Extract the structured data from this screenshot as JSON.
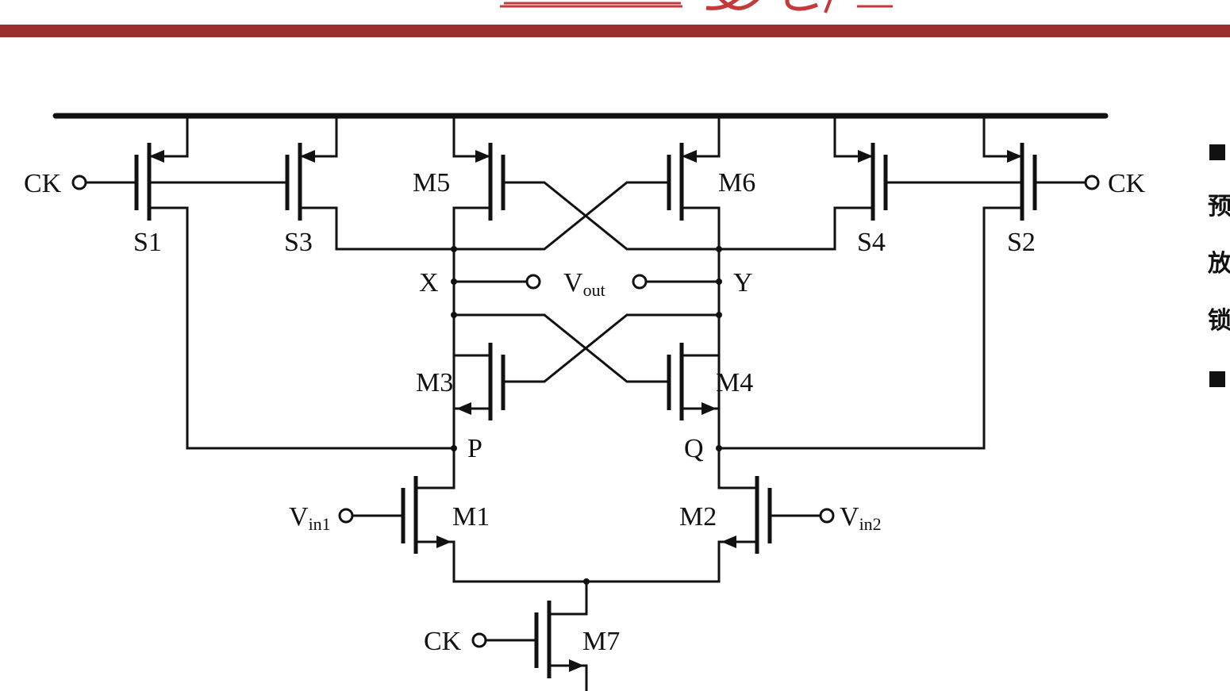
{
  "colors": {
    "header_bar": "#9b2d2d",
    "title_fragment": "#c23a3a",
    "wire": "#111111"
  },
  "labels": {
    "ck_left": "CK",
    "ck_right": "CK",
    "ck_bottom": "CK",
    "s1": "S1",
    "s2": "S2",
    "s3": "S3",
    "s4": "S4",
    "m1": "M1",
    "m2": "M2",
    "m3": "M3",
    "m4": "M4",
    "m5": "M5",
    "m6": "M6",
    "m7": "M7",
    "node_x": "X",
    "node_y": "Y",
    "node_p": "P",
    "node_q": "Q",
    "vout_main": "V",
    "vout_sub": "out",
    "vin1_main": "V",
    "vin1_sub": "in1",
    "vin2_main": "V",
    "vin2_sub": "in2"
  },
  "side_text": {
    "bullet_1": "bullet-square-icon",
    "line_1": "预",
    "line_2": "放",
    "line_3": "锁",
    "bullet_2": "bullet-square-icon"
  }
}
